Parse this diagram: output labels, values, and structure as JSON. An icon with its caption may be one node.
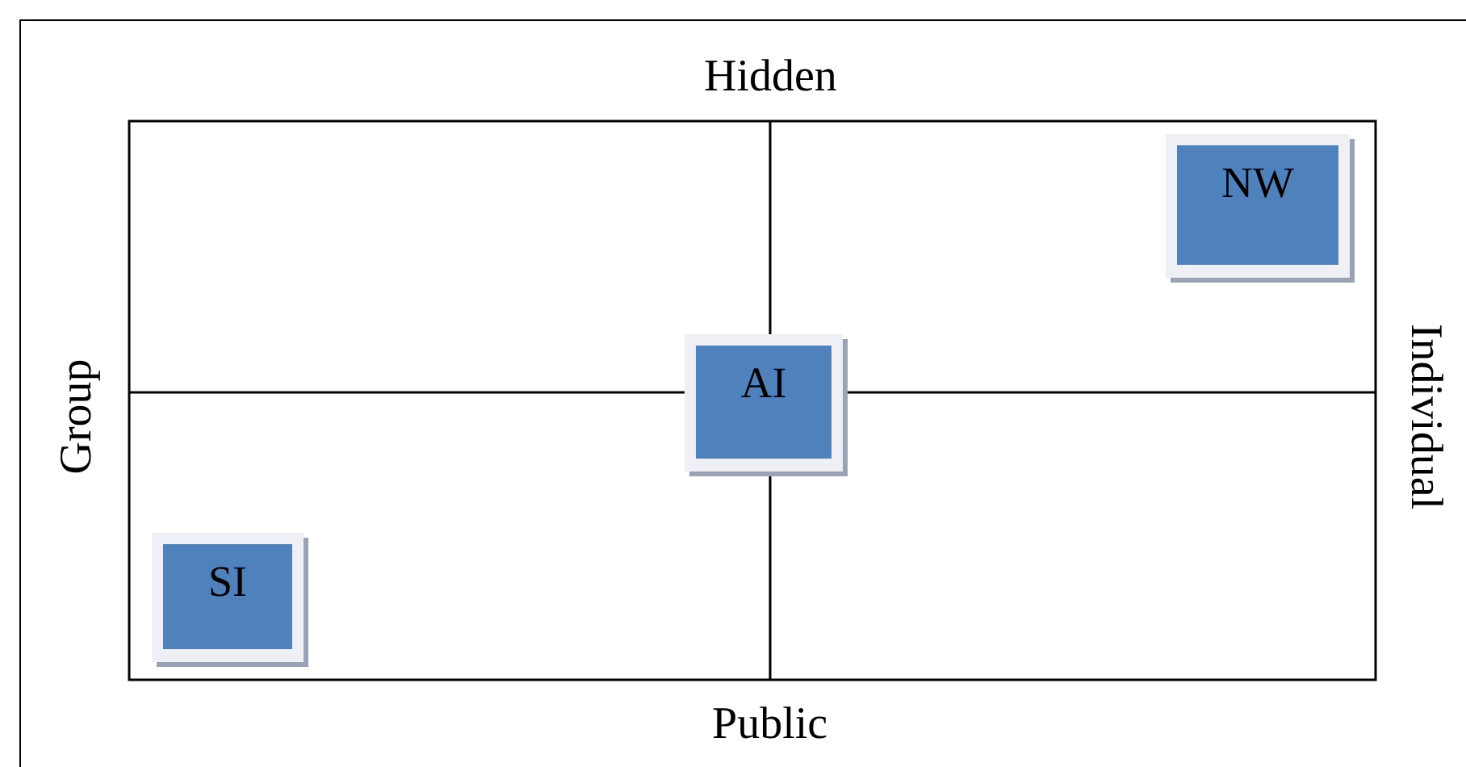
{
  "diagram": {
    "nodes": [
      {
        "text": [
          "NW"
        ]
      },
      {
        "text": [
          "AI"
        ]
      },
      {
        "text": [
          "SI"
        ]
      }
    ],
    "labels": [
      "Hidden",
      "Group",
      "Individual",
      "Public"
    ]
  }
}
